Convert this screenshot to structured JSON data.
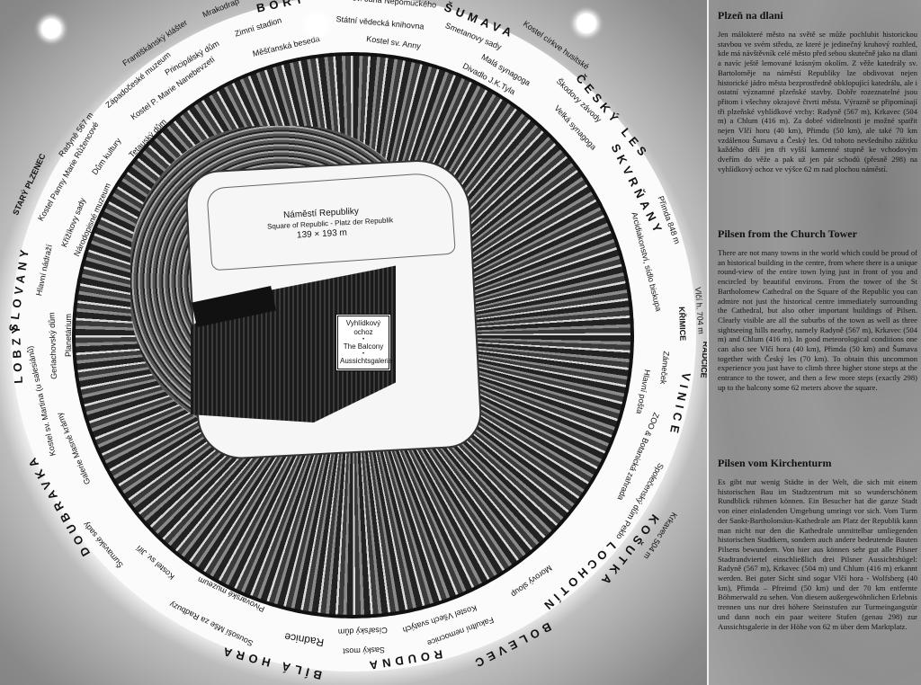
{
  "map": {
    "square_title": "Náměstí Republiky",
    "square_subtitle": "Square of Republic - Platz der Republik",
    "square_dimensions": "139 × 193 m",
    "balcony": [
      "Vyhlídkový ochoz",
      "The Balcony",
      "Aussichtsgalerie"
    ],
    "districts": [
      "BORY",
      "ŠUMAVA",
      "ČESKÝ LES",
      "SKVRŇANY",
      "VINICE",
      "LOCHOTÍN",
      "KOŠUTKA",
      "BOLEVEC",
      "ROUDNA",
      "BÍLÁ HORA",
      "DOUBRAVKA",
      "LOBZY",
      "SLOVANY",
      "STARÝ PLZENEC"
    ],
    "landmarks": [
      "Mrakodrap",
      "Františkánský klášter",
      "Zimní stadion",
      "Principálský dům",
      "Měšťanská beseda",
      "Kostel sv. Jana Nepomuckého",
      "Státní vědecká knihovna",
      "Kostel sv. Anny",
      "Smetanovy sady",
      "Kostel církve husitské",
      "Malá synagoga",
      "Divadlo J.K.Tyla",
      "Škodovy závody",
      "Velká synagoga",
      "Přimda 848 m",
      "Arcidiakonství, sídlo biskupa",
      "Vlčí h. 704 m",
      "KŘIMICE",
      "RADČICE",
      "Zámeček",
      "Hlavní pošta",
      "ZOO & Botanická zahrada",
      "Společenský dům Peklo",
      "Krkavec 504 m",
      "Morový sloup",
      "Fakultní nemocnice",
      "Kostel Všech svatých",
      "Císařský dům",
      "Saský most",
      "Radnice",
      "Pivovarské muzeum",
      "Sousoší Mše za Radbuzy",
      "Kostel sv. Jiří",
      "Šumavské sady",
      "Galerie Masné krámy",
      "Kostel sv. Martina (u salesiánů)",
      "Gerlachovský dům",
      "Planetárium",
      "Hlavní nádraží",
      "Křižíkovy sady",
      "Národopisné muzeum",
      "Kostel Panny Marie Růžencové",
      "Radyně 567 m",
      "Dům kultury",
      "Tetauský dům",
      "Kostel P. Marie Nanebevzetí",
      "Západočeské muzeum"
    ]
  },
  "text": {
    "cz_title": "Plzeň na dlani",
    "cz_body": "Jen málokteré město na světě se může pochlubit historickou stavbou ve svém středu, ze které je jedinečný kruhový rozhled, kde má návštěvník celé město před sebou skutečně jako na dlani a navíc ještě lemované krásným okolím. Z věže katedrály sv. Bartoloměje na náměstí Republiky lze obdivovat nejen historické jádro města bezprostředně obklopující katedrálu, ale i ostatní významné plzeňské stavby. Dobře rozeznatelné jsou přitom i všechny okrajové čtvrti města. Výrazně se připomínají tři plzeňské vyhlídkové vrchy: Radyně (567 m), Krkavec (504 m) a Chlum (416 m). Za dobré viditelnosti je možné spatřit nejen Vlčí horu (40 km), Přimdu (50 km), ale také 70 km vzdálenou Šumavu a Český les. Od tohoto nevšedního zážitku každého dělí jen tři vyšší kamenné stupně ke vchodovým dveřím do věže a pak už jen pár schodů (přesně 298) na vyhlídkový ochoz ve výšce 62 m nad plochou náměstí.",
    "en_title": "Pilsen from the Church Tower",
    "en_body": "There are not many towns in the world which could be proud of an historical building in the centre, from where there is a unique round-view of the entire town lying just in front of you and encircled by beautiful environs. From the tower of the St Bartholomew Cathedral on the Square of the Republic you can admire not just the historical centre immediately surrounding the Cathedral, but also other important buildings of Pilsen. Clearly visible are all the suburbs of the town as well as three sightseeing hills nearby, namely Radyně (567 m), Krkavec (504 m) and Chlum (416 m). In good meteorological conditions one can also see Vlčí hora (40 km), Přimda (50 km) and Šumava together with Český les (70 km). To obtain this uncommon experience you just have to climb three higher stone steps at the entrance to the tower, and then a few more steps (exactly 298) up to the balcony some 62 meters above the square.",
    "de_title": "Pilsen vom Kirchenturm",
    "de_body": "Es gibt nur wenig Städte in der Welt, die sich mit einem historischen Bau im Stadtzentrum mit so wunderschönem Rundblick rühmen können. Ein Besucher hat die ganze Stadt von einer einladenden Umgebung umringt vor sich. Vom Turm der Sankt-Bartholomäus-Kathedrale am Platz der Republik kann man nicht nur den die Kathedrale unmittelbar umliegenden historischen Stadtkern, sondern auch andere bedeutende Bauten Pilsens bewundern. Von hier aus können sehr gut alle Pilsner Stadtrandviertel einschließlich drei Pilsner Aussichtshügel: Radyně (567 m), Krkavec (504 m) und Chlum (416 m) erkannt werden. Bei guter Sicht sind sogar Vlčí hora - Wolfsberg (40 km), Přimda – Pfreimd (50 km) und der 70 km entfernte Böhmerwald zu sehen. Von diesem außergewöhnlichen Erlebnis trennen uns nur drei höhere Steinstufen zur Turmeingangstür und dann noch ein paar weitere Stufen (genau 298) zur Aussichtsgalerie in der Höhe von 62 m über dem Marktplatz."
  }
}
